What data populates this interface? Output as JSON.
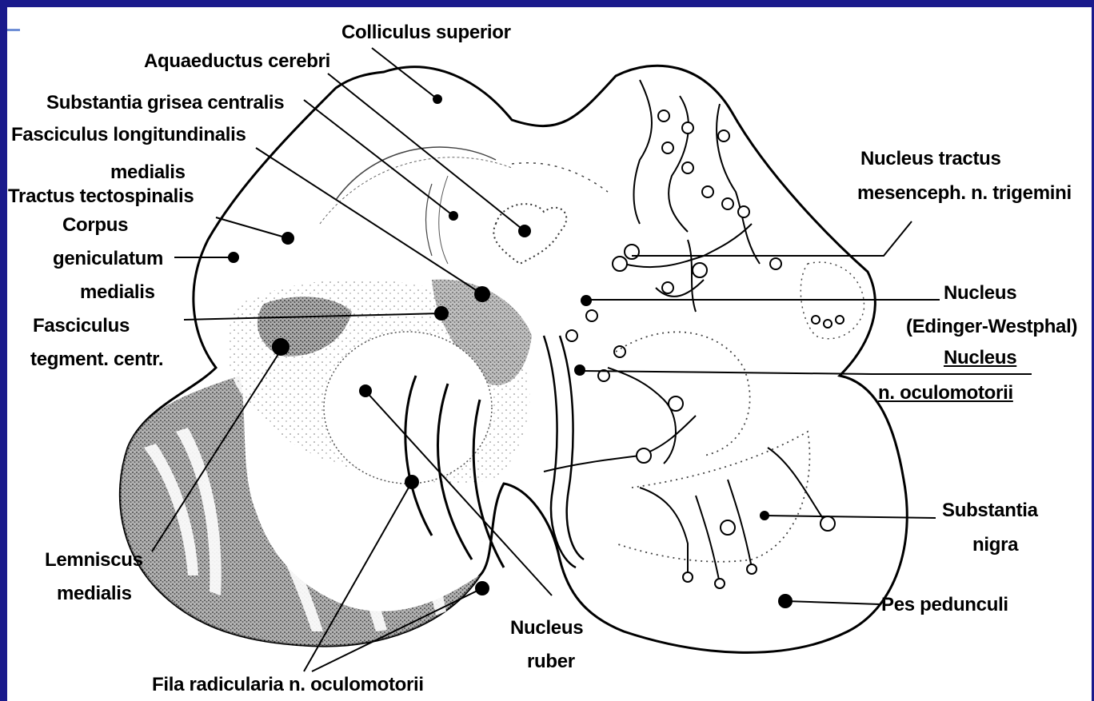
{
  "labels": {
    "colliculus_superior": "Colliculus superior",
    "aquaeductus_cerebri": "Aquaeductus cerebri",
    "substantia_grisea_centralis": "Substantia grisea centralis",
    "fasciculus_longitudinalis_1": "Fasciculus longitundinalis",
    "fasciculus_longitudinalis_2": "medialis",
    "tractus_tectospinalis": "Tractus tectospinalis",
    "corpus_geniculatum_1": "Corpus",
    "corpus_geniculatum_2": "geniculatum",
    "corpus_geniculatum_3": "medialis",
    "fasciculus_tegment_1": "Fasciculus",
    "fasciculus_tegment_2": "tegment. centr.",
    "lemniscus_medialis_1": "Lemniscus",
    "lemniscus_medialis_2": "medialis",
    "fila_radicularia": "Fila radicularia n. oculomotorii",
    "nucleus_ruber_1": "Nucleus",
    "nucleus_ruber_2": "ruber",
    "nucleus_tractus_1": "Nucleus tractus",
    "nucleus_tractus_2": "mesenceph. n. trigemini",
    "nucleus_ew_1": "Nucleus",
    "nucleus_ew_2": "(Edinger-Westphal)",
    "nucleus_oculo_1": "Nucleus",
    "nucleus_oculo_2": "n. oculomotorii",
    "substantia_nigra_1": "Substantia",
    "substantia_nigra_2": "nigra",
    "pes_pedunculi": "Pes pedunculi"
  },
  "colors": {
    "frame": "#1a1a8c",
    "ink": "#000000"
  }
}
